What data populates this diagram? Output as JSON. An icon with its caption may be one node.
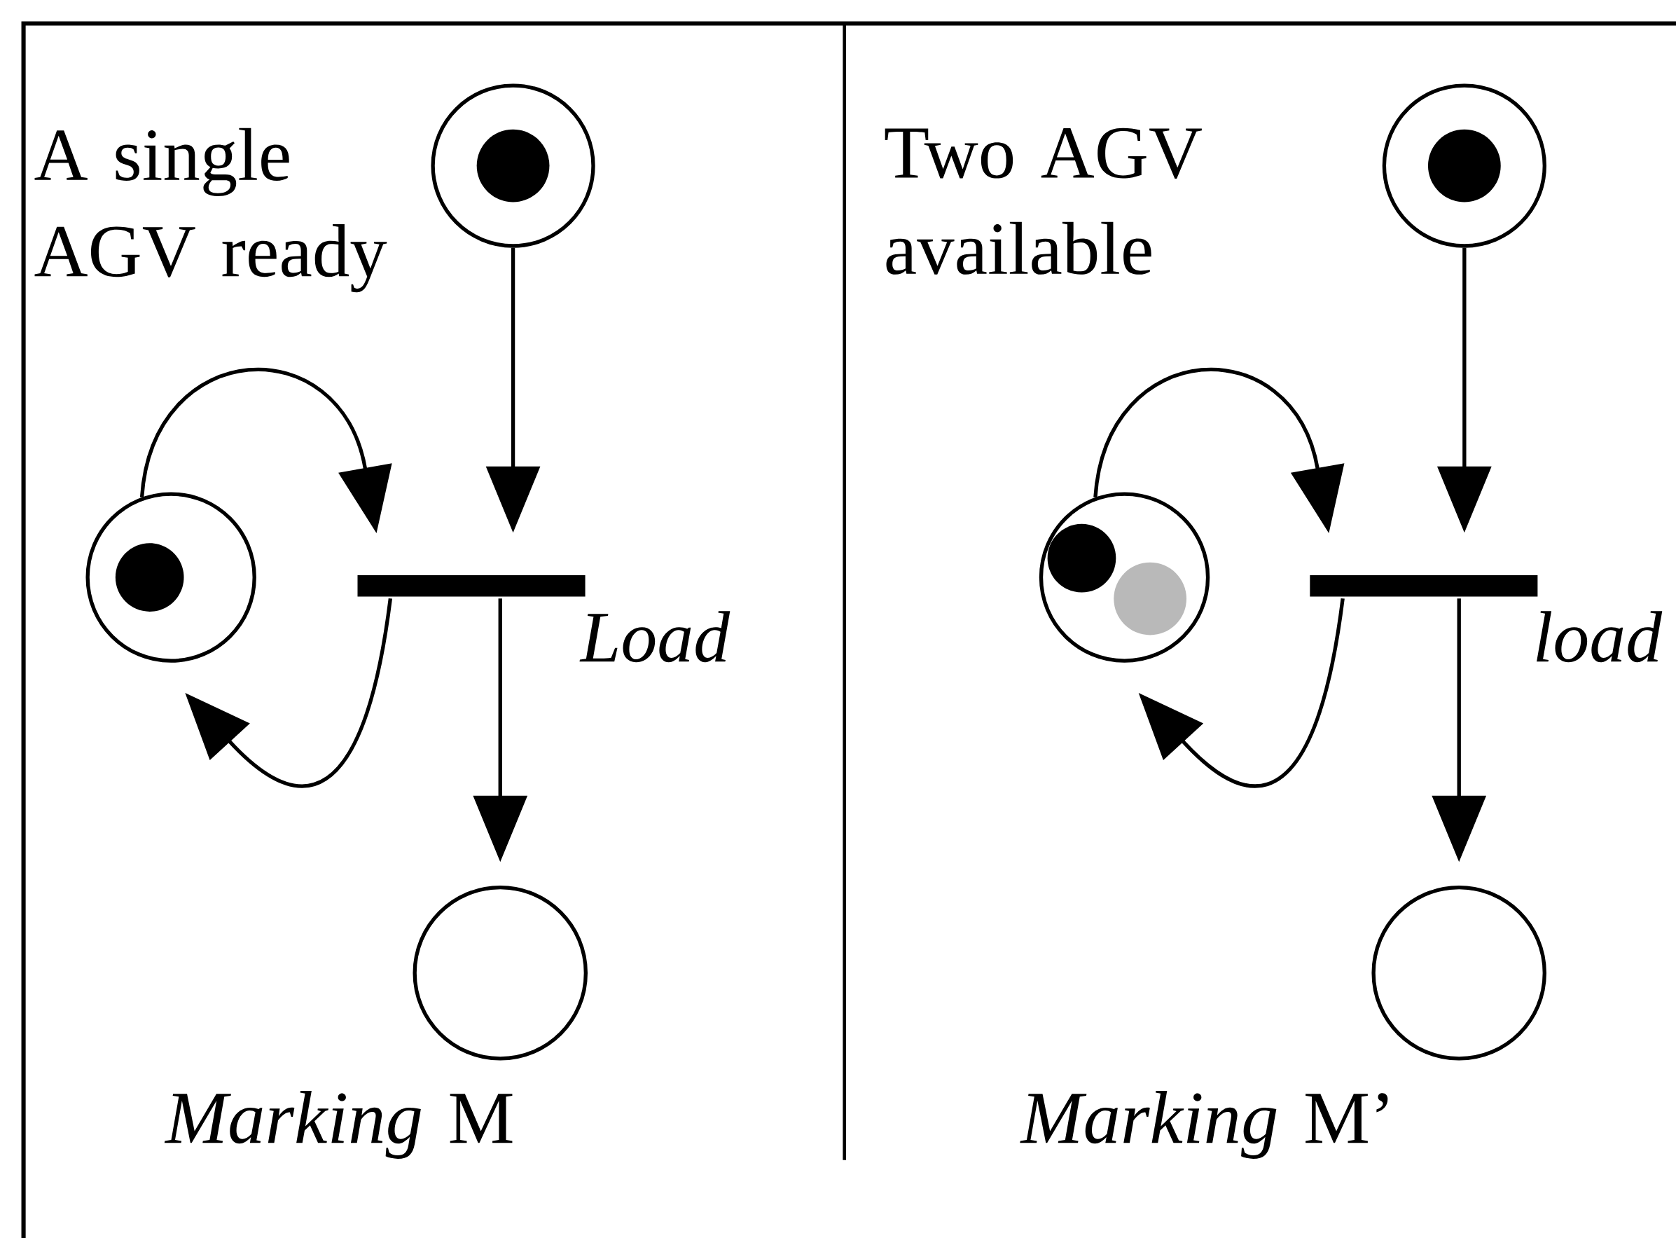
{
  "diagram": {
    "nodes": [
      {
        "text": [],
        "shape": "circle"
      },
      {
        "text": [],
        "shape": "circle",
        "in": 0
      },
      {
        "text": [],
        "shape": "circle"
      },
      {
        "text": [],
        "shape": "circle",
        "in": 2
      },
      {
        "text": [],
        "shape": "bar",
        "beside": [
          "Load"
        ]
      },
      {
        "text": [],
        "shape": "circle"
      },
      {
        "text": [],
        "shape": "circle"
      },
      {
        "text": [],
        "shape": "circle",
        "in": 6
      },
      {
        "text": [],
        "shape": "circle"
      },
      {
        "text": [],
        "shape": "circle",
        "in": 8
      },
      {
        "text": [],
        "shape": "circle",
        "in": 8
      },
      {
        "text": [],
        "shape": "bar",
        "beside": [
          "load"
        ]
      },
      {
        "text": [],
        "shape": "circle"
      }
    ],
    "edges": [
      {
        "from": 0,
        "to": 4,
        "arrow": "to"
      },
      {
        "from": 2,
        "to": 4,
        "arrow": "to"
      },
      {
        "from": 4,
        "to": 2,
        "arrow": "to"
      },
      {
        "from": 4,
        "to": 5,
        "arrow": "to"
      },
      {
        "from": 6,
        "to": 11,
        "arrow": "to"
      },
      {
        "from": 8,
        "to": 11,
        "arrow": "to"
      },
      {
        "from": 11,
        "to": 8,
        "arrow": "to"
      },
      {
        "from": 11,
        "to": 12,
        "arrow": "to"
      }
    ],
    "labels": [
      "A single AGV ready",
      "*Marking* M",
      "Two AGV available",
      "*Marking* M’"
    ]
  }
}
